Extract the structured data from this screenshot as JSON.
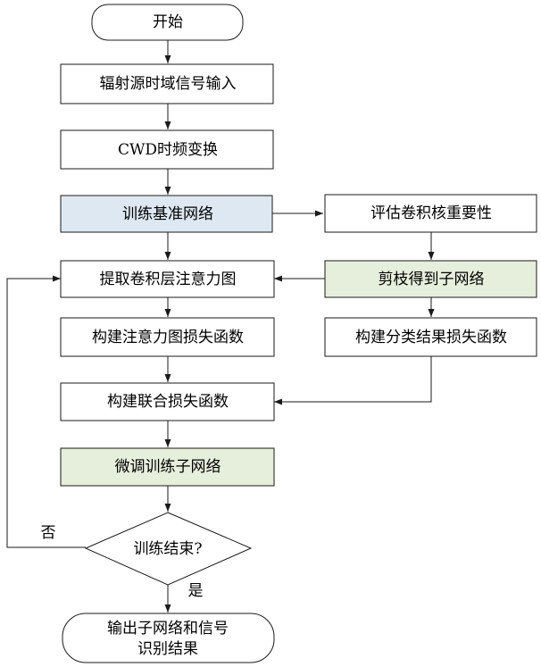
{
  "colors": {
    "default_fill": "#ffffff",
    "blue_fill": "#dde8f2",
    "green_fill": "#e6eedc",
    "stroke": "#1a1a1a"
  },
  "nodes": {
    "start": {
      "label": "开始"
    },
    "radar_input": {
      "label": "辐射源时域信号输入"
    },
    "cwd": {
      "label": "CWD时频变换"
    },
    "train_base": {
      "label": "训练基准网络"
    },
    "eval_kernel": {
      "label": "评估卷积核重要性"
    },
    "extract_attention": {
      "label": "提取卷积层注意力图"
    },
    "prune": {
      "label": "剪枝得到子网络"
    },
    "attention_loss": {
      "label": "构建注意力图损失函数"
    },
    "classification_loss": {
      "label": "构建分类结果损失函数"
    },
    "joint_loss": {
      "label": "构建联合损失函数"
    },
    "finetune": {
      "label": "微调训练子网络"
    },
    "decision": {
      "label": "训练结束?"
    },
    "output": {
      "line1": "输出子网络和信号",
      "line2": "识别结果"
    }
  },
  "branches": {
    "no": "否",
    "yes": "是"
  }
}
